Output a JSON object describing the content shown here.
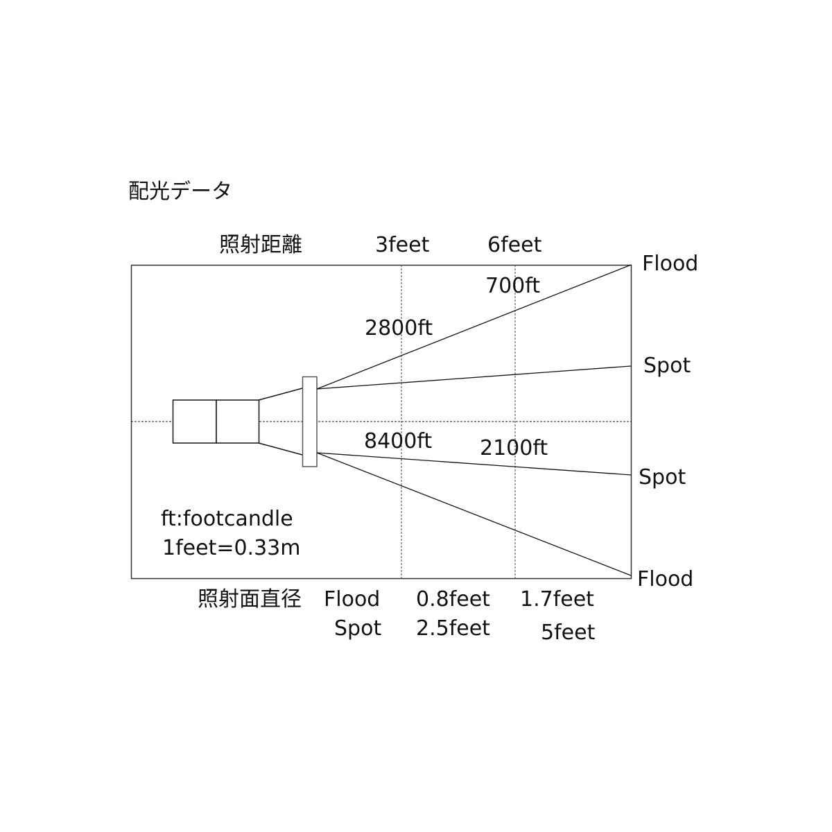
{
  "title": "配光データ",
  "distance_label": "照射距離",
  "distances": [
    "3feet",
    "6feet"
  ],
  "beam_labels": {
    "flood_top": "Flood",
    "spot_top": "Spot",
    "spot_bottom": "Spot",
    "flood_bottom": "Flood"
  },
  "intensities": {
    "flood_3ft": "2800ft",
    "flood_6ft": "700ft",
    "spot_3ft": "8400ft",
    "spot_6ft": "2100ft"
  },
  "legend": {
    "unit": "ft:footcandle",
    "conversion": "1feet=0.33m"
  },
  "diameter": {
    "label": "照射面直径",
    "flood_label": "Flood",
    "spot_label": "Spot",
    "flood_3ft": "0.8feet",
    "flood_6ft": "1.7feet",
    "spot_3ft": "2.5feet",
    "spot_6ft": "5feet"
  }
}
